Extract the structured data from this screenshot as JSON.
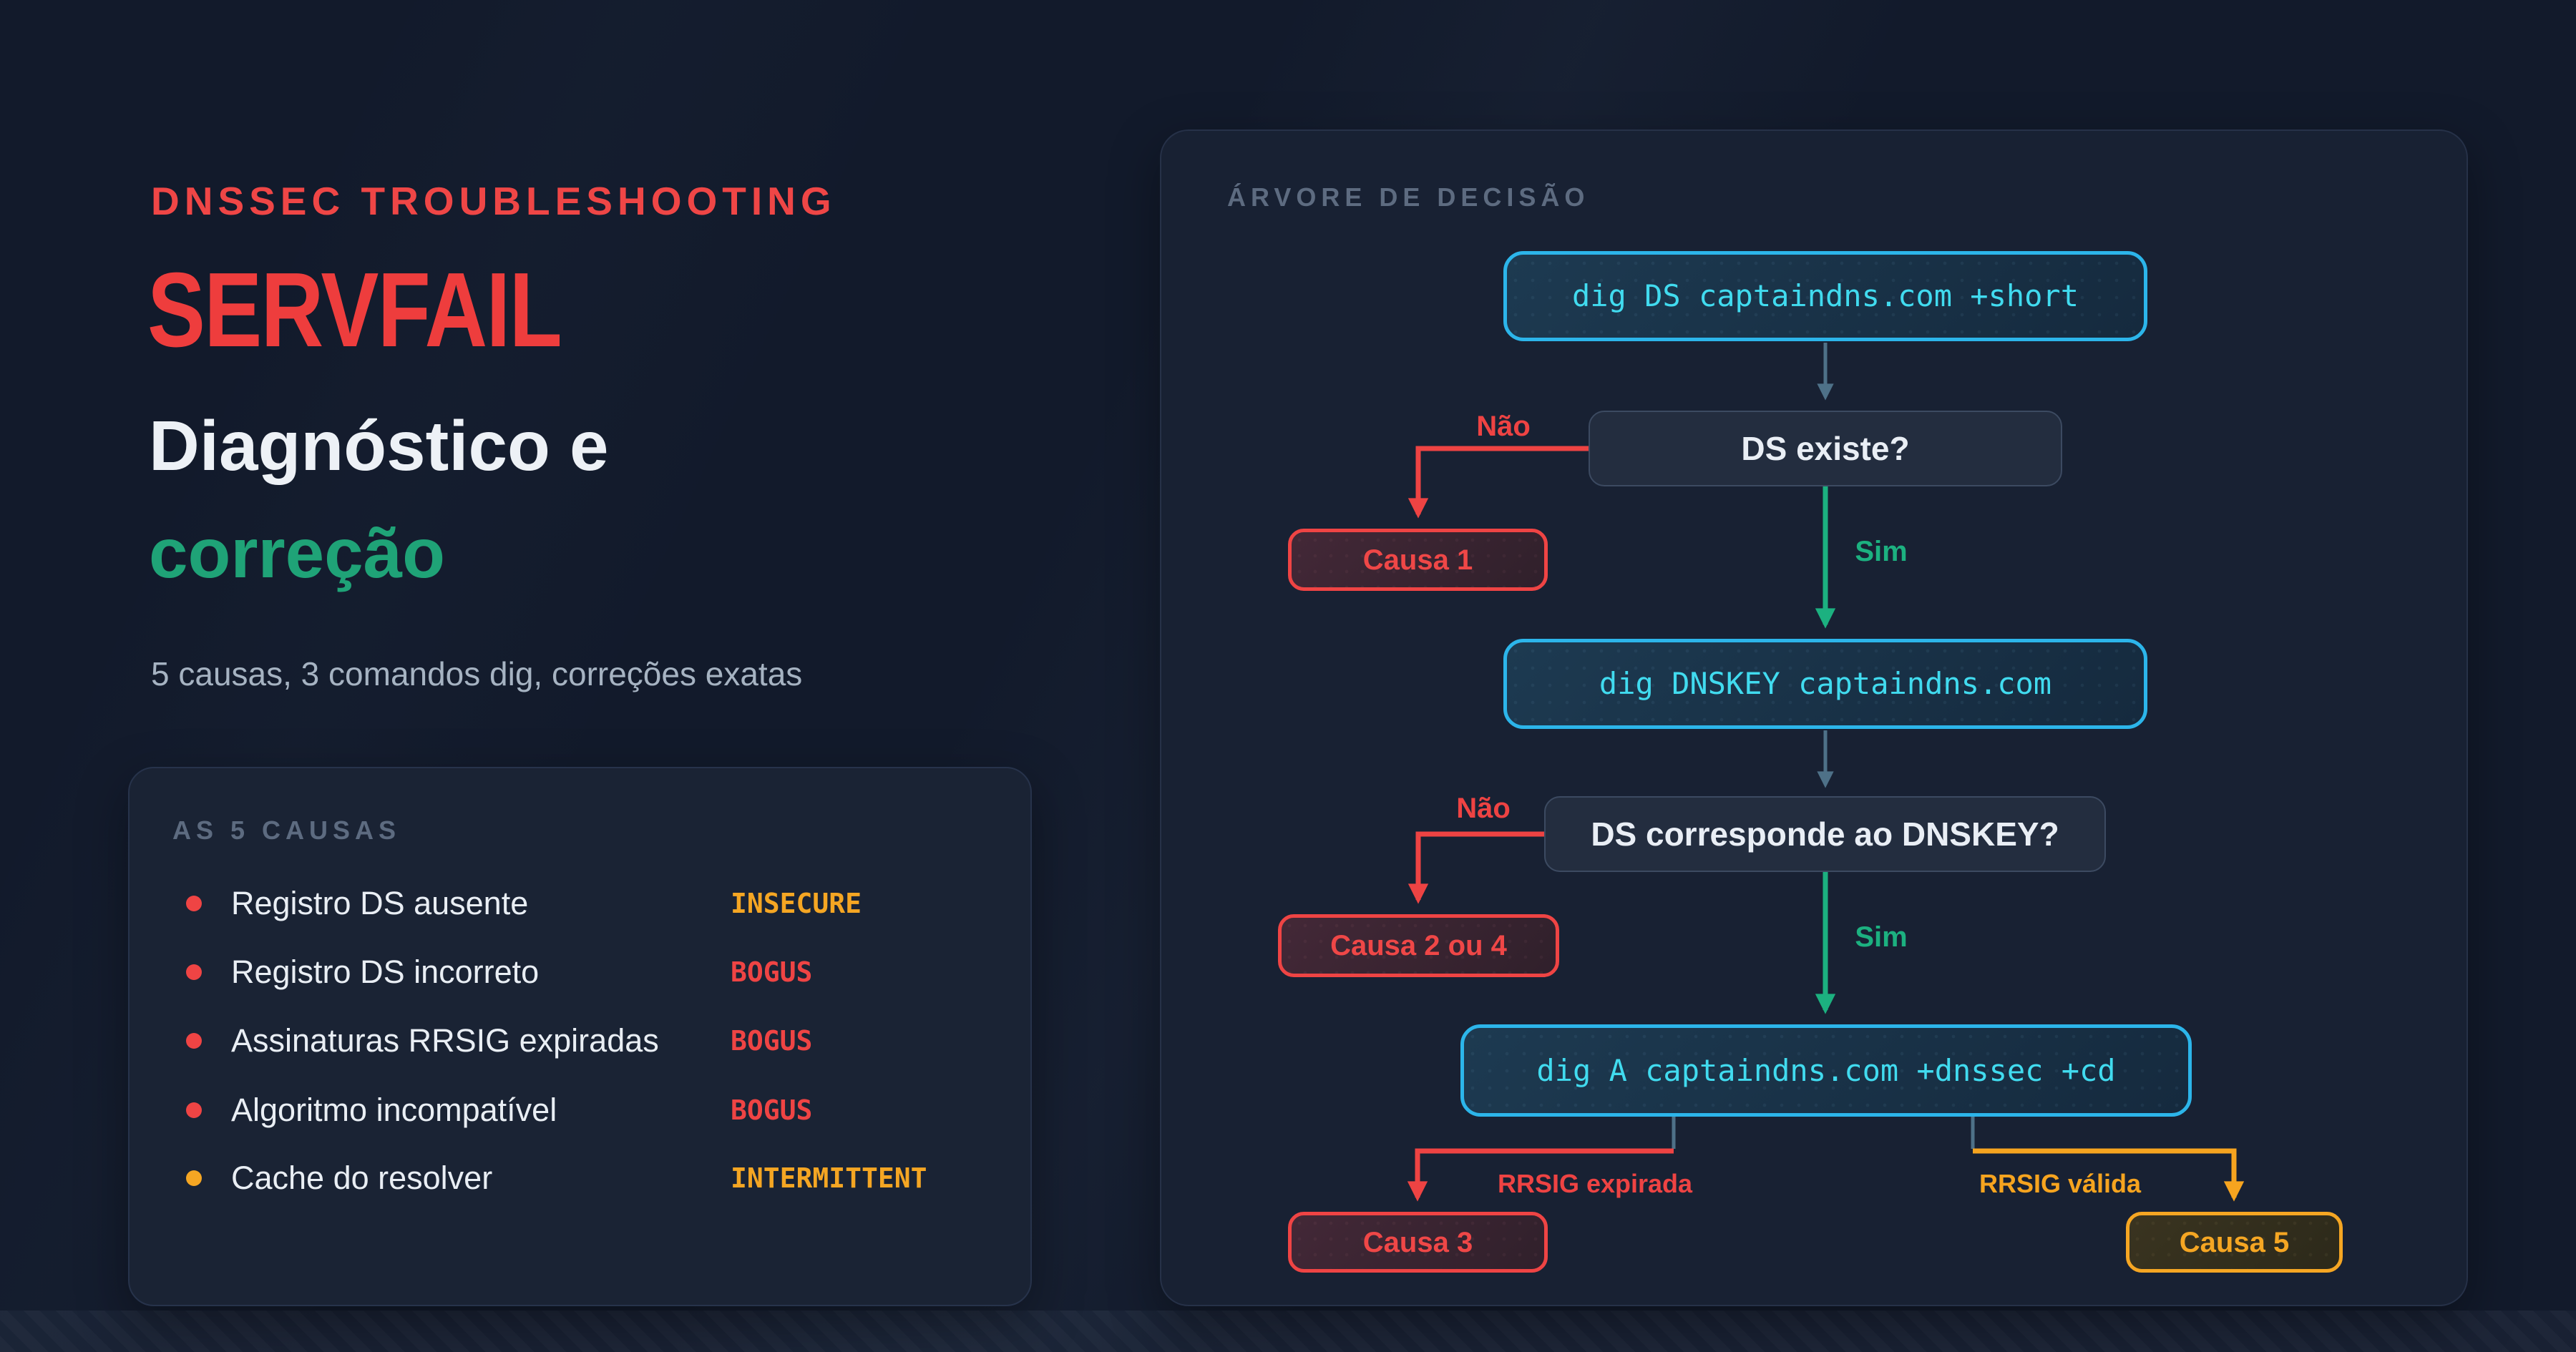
{
  "hero": {
    "kicker": "DNSSEC TROUBLESHOOTING",
    "title": "SERVFAIL",
    "subtitle_white": "Diagnóstico e",
    "subtitle_green": "correção",
    "tagline": "5 causas, 3 comandos dig, correções exatas"
  },
  "causes_card": {
    "header": "AS 5 CAUSAS",
    "items": [
      {
        "label": "Registro DS ausente",
        "status": "INSECURE",
        "severity": "warn"
      },
      {
        "label": "Registro DS incorreto",
        "status": "BOGUS",
        "severity": "bad"
      },
      {
        "label": "Assinaturas RRSIG expiradas",
        "status": "BOGUS",
        "severity": "bad"
      },
      {
        "label": "Algoritmo incompatível",
        "status": "BOGUS",
        "severity": "bad"
      },
      {
        "label": "Cache do resolver",
        "status": "INTERMITTENT",
        "severity": "warn"
      }
    ]
  },
  "decision_tree": {
    "header": "ÁRVORE DE DECISÃO",
    "nodes": {
      "cmd1": "dig DS captaindns.com +short",
      "q1": "DS existe?",
      "cause1": "Causa 1",
      "cmd2": "dig DNSKEY captaindns.com",
      "q2": "DS corresponde ao DNSKEY?",
      "cause2": "Causa 2 ou 4",
      "cmd3": "dig A captaindns.com +dnssec +cd",
      "cause3": "Causa 3",
      "cause5": "Causa 5"
    },
    "labels": {
      "no1": "Não",
      "yes1": "Sim",
      "no2": "Não",
      "yes2": "Sim",
      "expired": "RRSIG expirada",
      "valid": "RRSIG válida"
    }
  },
  "colors": {
    "background": "#121a2b",
    "panel": "#182133",
    "accent_red": "#ef4444",
    "accent_green": "#1fa377",
    "accent_orange": "#f5a623",
    "accent_cyan": "#2cb5ea",
    "cyan_text": "#41dbef",
    "steel_connector": "#4e7188",
    "muted_header": "#5d6b80",
    "body_text": "#e9eef4",
    "tagline_text": "#a6b3c2"
  }
}
